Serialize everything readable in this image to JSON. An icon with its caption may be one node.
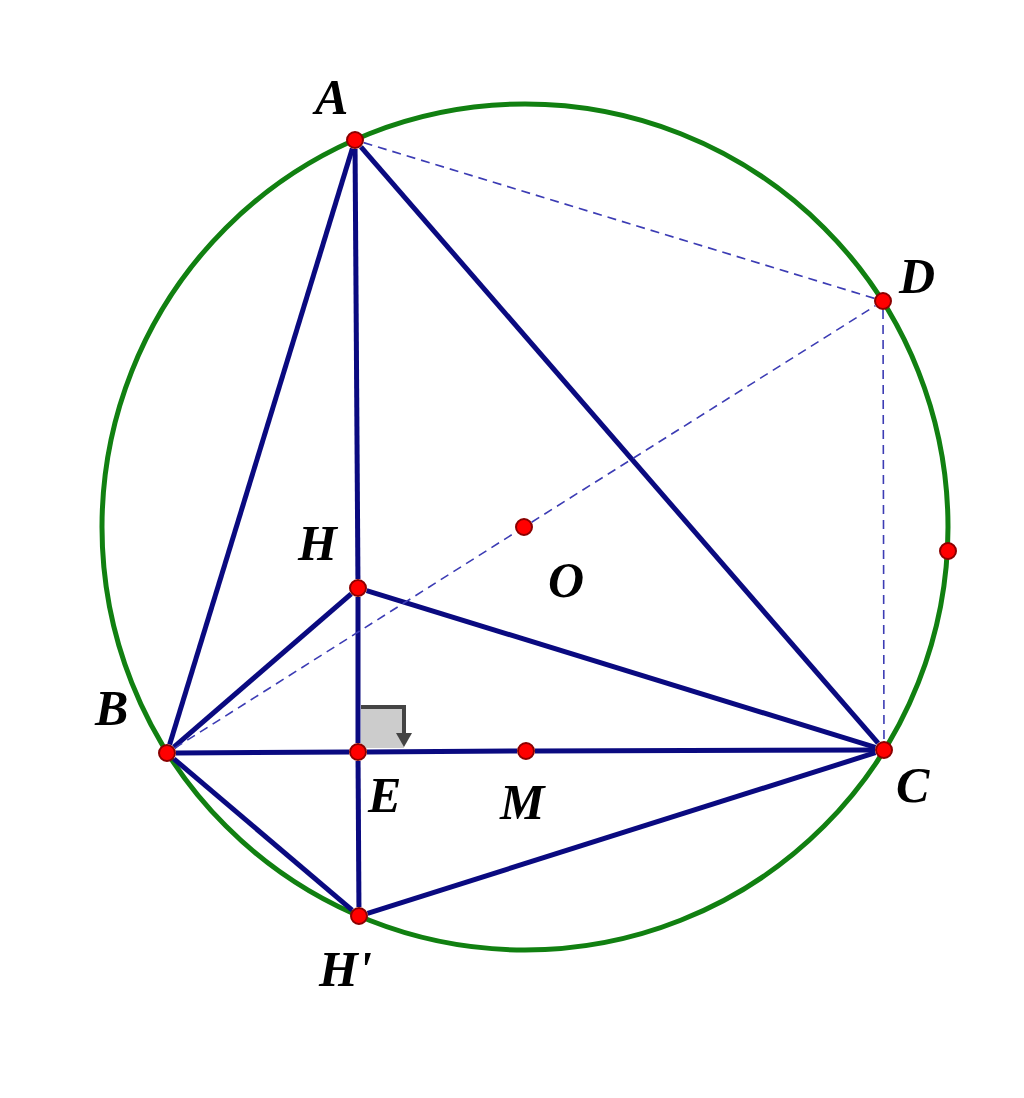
{
  "diagram": {
    "nodes": [
      {
        "text": [
          "A"
        ]
      },
      {
        "text": [
          "D"
        ]
      },
      {
        "text": [
          "H"
        ]
      },
      {
        "text": [
          "O"
        ]
      },
      {
        "text": [],
        "shape": "circle"
      },
      {
        "text": [
          "B"
        ]
      },
      {
        "text": [
          "E"
        ]
      },
      {
        "text": [
          "M"
        ]
      },
      {
        "text": [
          "C"
        ]
      },
      {
        "text": [
          "H'"
        ]
      }
    ],
    "edges": [
      {
        "from": 0,
        "to": 5,
        "arrow": "none"
      },
      {
        "from": 0,
        "to": 2,
        "arrow": "none"
      },
      {
        "from": 2,
        "to": 6,
        "arrow": "none"
      },
      {
        "from": 6,
        "to": 9,
        "arrow": "none"
      },
      {
        "from": 0,
        "to": 8,
        "arrow": "none"
      },
      {
        "from": 5,
        "to": 2,
        "arrow": "none"
      },
      {
        "from": 2,
        "to": 8,
        "arrow": "none"
      },
      {
        "from": 5,
        "to": 6,
        "arrow": "none"
      },
      {
        "from": 6,
        "to": 7,
        "arrow": "none"
      },
      {
        "from": 7,
        "to": 8,
        "arrow": "none"
      },
      {
        "from": 5,
        "to": 9,
        "arrow": "none"
      },
      {
        "from": 9,
        "to": 8,
        "arrow": "none"
      },
      {
        "from": 0,
        "to": 1,
        "arrow": "none",
        "style": "dashed"
      },
      {
        "from": 1,
        "to": 8,
        "arrow": "none",
        "style": "dashed"
      },
      {
        "from": 5,
        "to": 3,
        "arrow": "none",
        "style": "dashed"
      },
      {
        "from": 3,
        "to": 1,
        "arrow": "none",
        "style": "dashed"
      }
    ]
  }
}
